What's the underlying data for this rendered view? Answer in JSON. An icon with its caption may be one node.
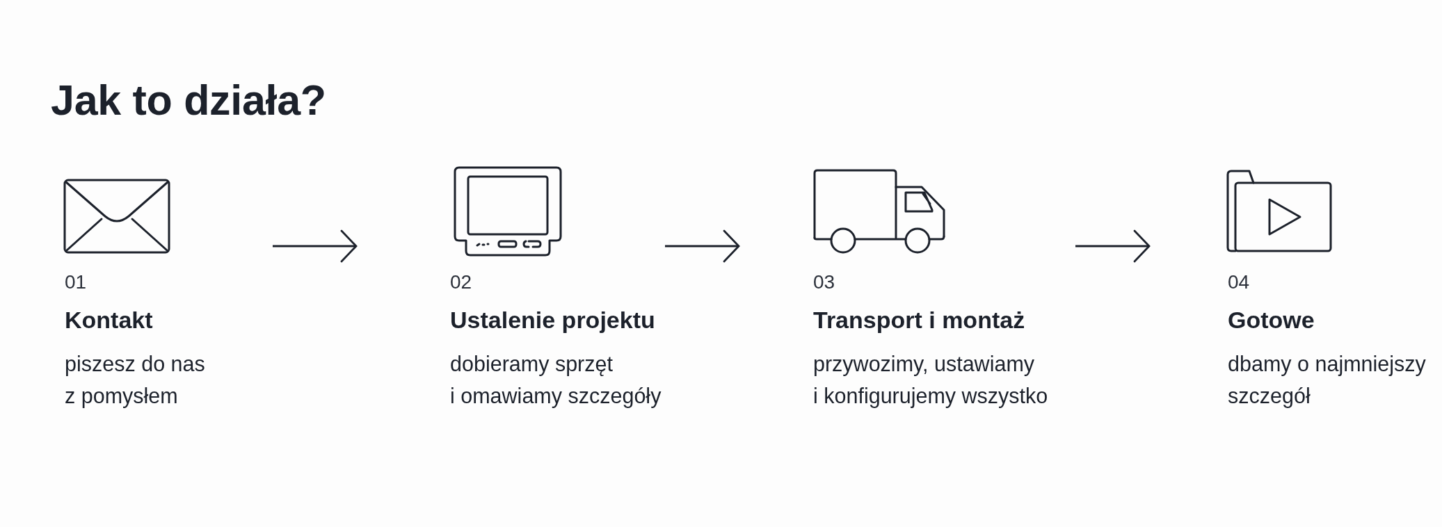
{
  "diagram": {
    "title": "Jak to działa?",
    "nodes": [
      {
        "text": [
          "01",
          "Kontakt",
          "piszesz do nas z pomysłem"
        ]
      },
      {
        "text": [
          "02",
          "Ustalenie projektu",
          "dobieramy sprzęt i omawiamy szczegóły"
        ]
      },
      {
        "text": [
          "03",
          "Transport i montaż",
          "przywozimy, ustawiamy i konfigurujemy wszystko"
        ]
      },
      {
        "text": [
          "04",
          "Gotowe",
          "dbamy o najmniejszy szczegół"
        ]
      }
    ],
    "edges": [
      {
        "from": 0,
        "to": 1,
        "arrow": "to"
      },
      {
        "from": 1,
        "to": 2,
        "arrow": "to"
      },
      {
        "from": 2,
        "to": 3,
        "arrow": "to"
      }
    ]
  }
}
